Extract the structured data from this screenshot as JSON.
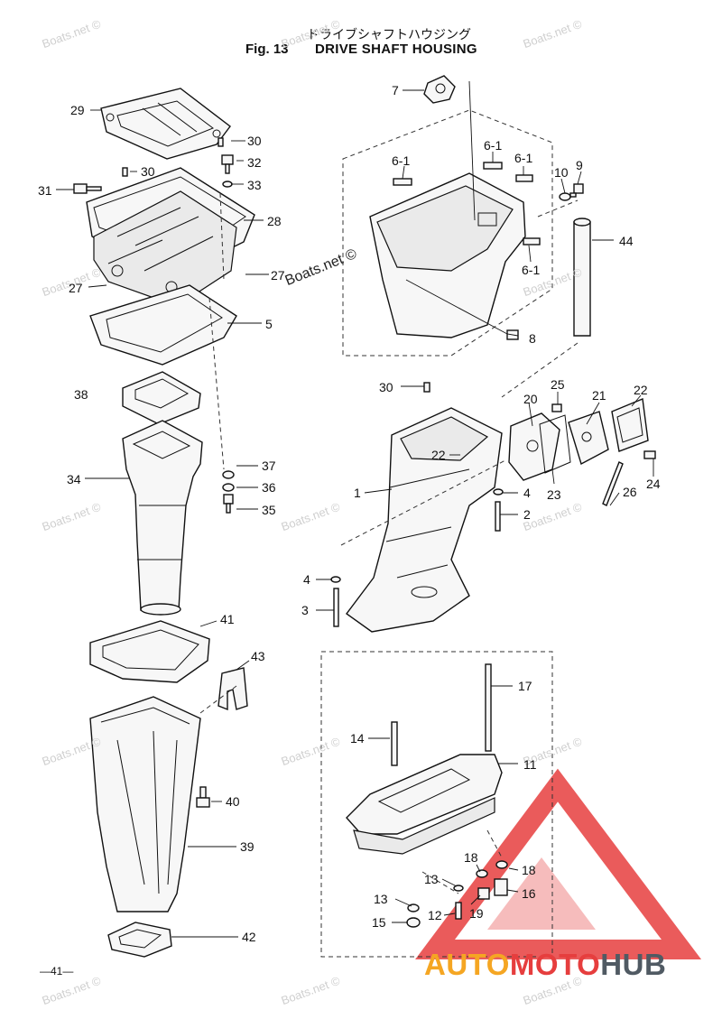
{
  "header": {
    "title_jp": "ドライブシャフトハウジング",
    "fig_label": "Fig. 13",
    "title_en": "DRIVE SHAFT HOUSING"
  },
  "page_number": "—41—",
  "watermark": {
    "text": "Boats.net ©",
    "center_text": "Boats.net ©"
  },
  "brand": {
    "part1": "AUTO",
    "part2": "MOTO",
    "part3": "HUB",
    "colors": {
      "auto": "#f5a623",
      "moto": "#e63e3e",
      "hub": "#505a63",
      "triangle": "#e63e3e"
    }
  },
  "part_labels": {
    "p29": "29",
    "p30a": "30",
    "p30b": "30",
    "p30c": "30",
    "p31": "31",
    "p32": "32",
    "p33": "33",
    "p28": "28",
    "p27a": "27",
    "p27b": "27",
    "p5": "5",
    "p38": "38",
    "p37": "37",
    "p36": "36",
    "p34": "34",
    "p35": "35",
    "p41": "41",
    "p43": "43",
    "p40": "40",
    "p39": "39",
    "p42": "42",
    "p7": "7",
    "p6_1a": "6-1",
    "p6_1b": "6-1",
    "p6_1c": "6-1",
    "p6_1d": "6-1",
    "p10": "10",
    "p9": "9",
    "p44": "44",
    "p8": "8",
    "p25": "25",
    "p20": "20",
    "p21": "21",
    "p22a": "22",
    "p22b": "22",
    "p1": "1",
    "p4a": "4",
    "p4b": "4",
    "p2": "2",
    "p3": "3",
    "p23": "23",
    "p26": "26",
    "p24": "24",
    "p17": "17",
    "p14": "14",
    "p11": "11",
    "p18a": "18",
    "p18b": "18",
    "p13a": "13",
    "p13b": "13",
    "p16": "16",
    "p19": "19",
    "p12": "12",
    "p15": "15"
  }
}
